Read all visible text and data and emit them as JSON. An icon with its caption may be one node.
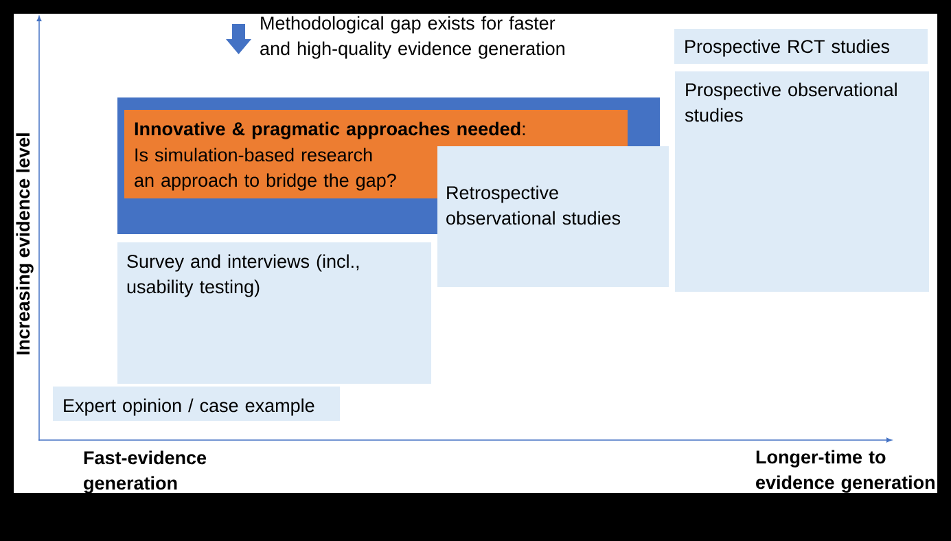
{
  "diagram": {
    "nodes": [
      {
        "text": [
          "Prospective RCT studies"
        ]
      },
      {
        "text": [],
        "shape": "box"
      },
      {
        "text": [
          "**Innovative & pragmatic approaches needed**:",
          "Is simulation-based research an approach to bridge the gap?"
        ],
        "in": 1
      },
      {
        "text": [
          "Prospective observational studies"
        ]
      },
      {
        "text": [
          "Retrospective observational studies"
        ]
      },
      {
        "text": [
          "Survey and interviews (incl., usability testing)"
        ]
      },
      {
        "text": [
          "Expert opinion / case example"
        ]
      }
    ],
    "labels": [
      "Methodological gap exists for faster and high-quality evidence generation",
      "Increasing evidence level",
      "Fast-evidence generation",
      "Longer-time to evidence generation"
    ]
  }
}
